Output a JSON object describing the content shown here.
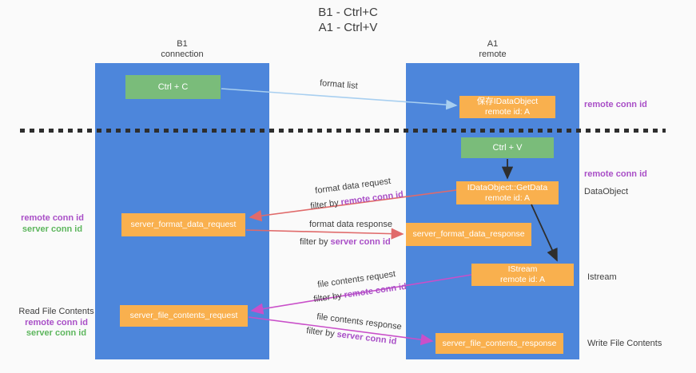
{
  "title": {
    "line1": "B1 - Ctrl+C",
    "line2": "A1 - Ctrl+V"
  },
  "columns": {
    "left": {
      "header_line1": "B1",
      "header_line2": "connection"
    },
    "right": {
      "header_line1": "A1",
      "header_line2": "remote"
    }
  },
  "boxes": {
    "ctrl_c": {
      "label": "Ctrl + C"
    },
    "ctrl_v": {
      "label": "Ctrl + V"
    },
    "save_dataobject": {
      "line1": "保存IDataObject",
      "line2": "remote id: A"
    },
    "getdata": {
      "line1": "IDataObject::GetData",
      "line2": "remote id: A"
    },
    "istream": {
      "line1": "IStream",
      "line2": "remote id: A"
    },
    "server_format_data_request": {
      "label": "server_format_data_request"
    },
    "server_format_data_response": {
      "label": "server_format_data_response"
    },
    "server_file_contents_request": {
      "label": "server_file_contents_request"
    },
    "server_file_contents_response": {
      "label": "server_file_contents_response"
    }
  },
  "arrow_labels": {
    "format_list": "format list",
    "format_data_request": "format data request",
    "format_data_response": "format data response",
    "file_contents_request": "file contents request",
    "file_contents_response": "file contents response",
    "filter_by": "filter by",
    "remote_conn_id": "remote conn id",
    "server_conn_id": "server conn id"
  },
  "side_labels": {
    "left_format": {
      "remote": "remote conn id",
      "server": "server conn id"
    },
    "left_file": {
      "title": "Read File Contents",
      "remote": "remote conn id",
      "server": "server conn id"
    },
    "right_top": {
      "remote": "remote conn id"
    },
    "right_dataobject": {
      "remote": "remote conn id",
      "name": "DataObject"
    },
    "right_istream": {
      "name": "Istream"
    },
    "right_write": {
      "name": "Write File Contents"
    }
  },
  "colors": {
    "background": "#fafafa",
    "column_blue": "#4d86db",
    "box_orange": "#f9b04e",
    "box_green": "#7abc7a",
    "arrow_red": "#e06a6a",
    "arrow_magenta": "#c94fc9",
    "arrow_light_blue": "#a8cff0",
    "arrow_black": "#2e2e2e",
    "text_purple": "#a94fc7",
    "text_green": "#5db65d",
    "text_dark": "#3f3f3f"
  }
}
